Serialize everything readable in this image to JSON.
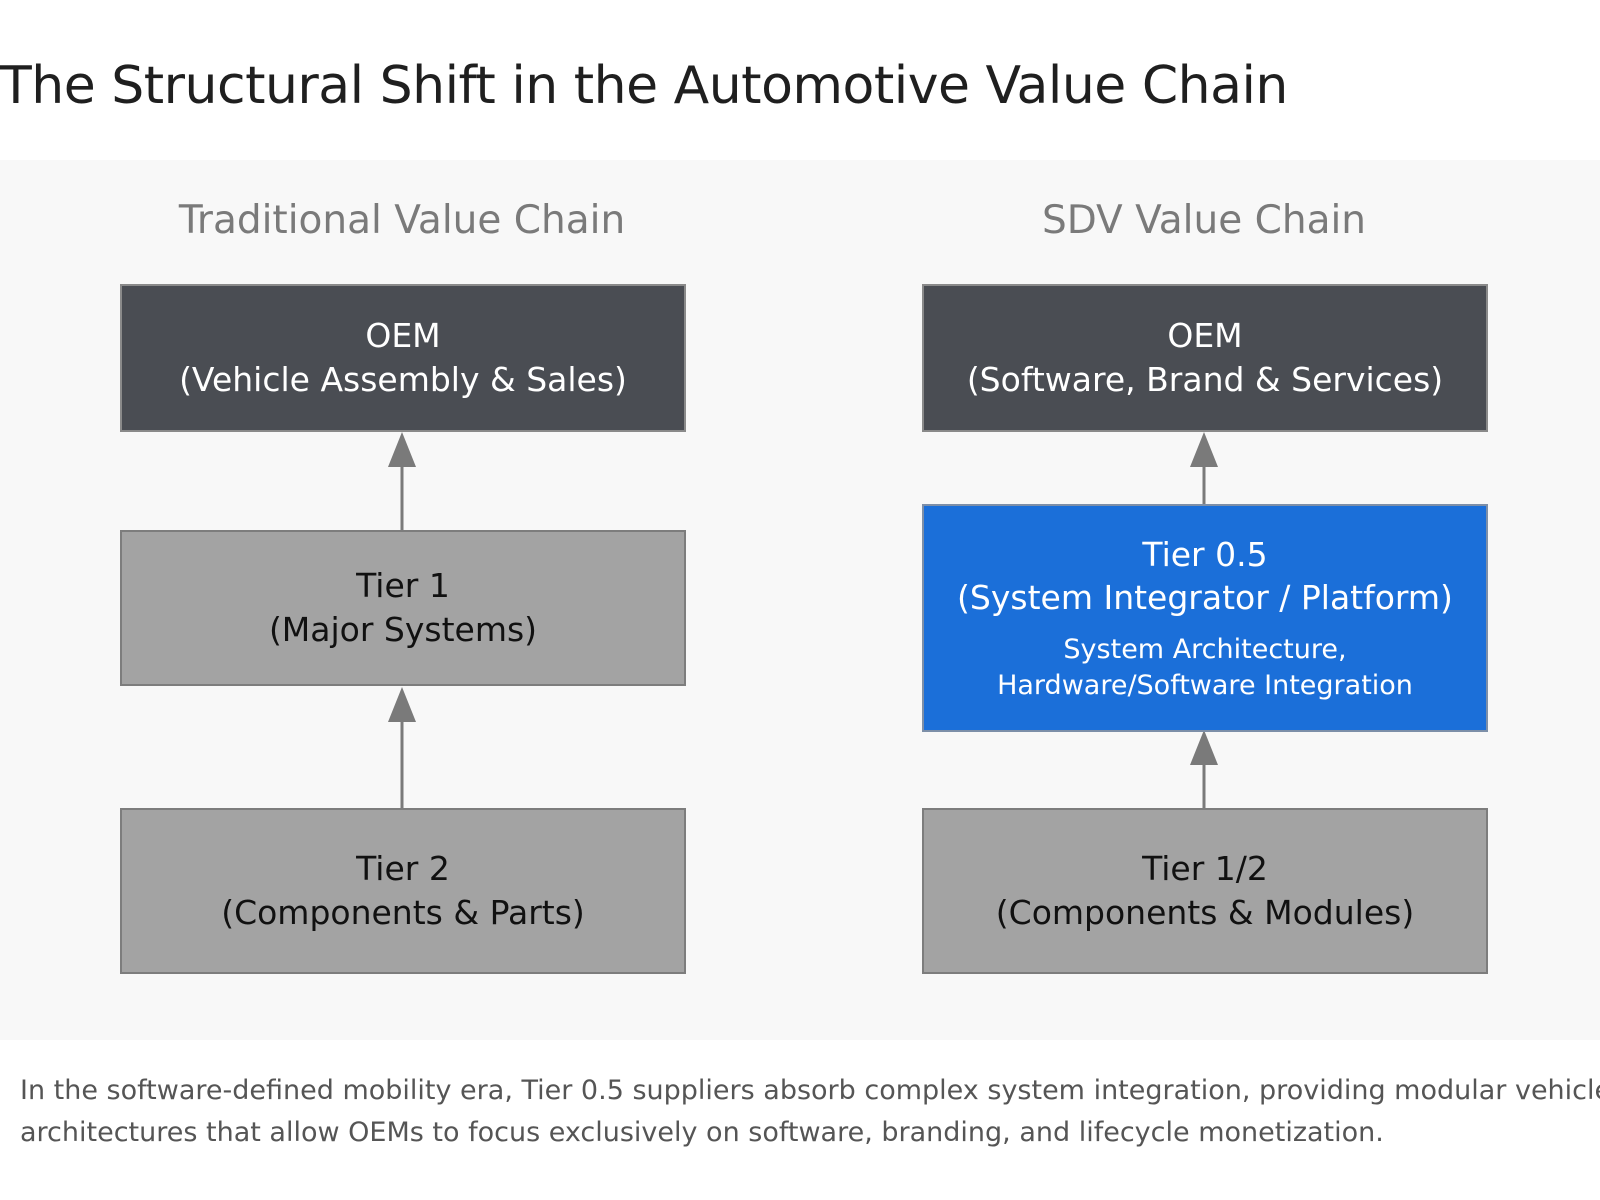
{
  "title": "The Structural Shift in the Automotive Value Chain",
  "colors": {
    "dark_box": "#4a4d53",
    "grey_box": "#a3a3a3",
    "blue_box": "#1b6fd9",
    "arrow": "#7a7a7a"
  },
  "traditional": {
    "heading": "Traditional Value Chain",
    "oem": {
      "line1": "OEM",
      "line2": "(Vehicle Assembly & Sales)"
    },
    "tier1": {
      "line1": "Tier 1",
      "line2": "(Major Systems)"
    },
    "tier2": {
      "line1": "Tier 2",
      "line2": "(Components & Parts)"
    }
  },
  "sdv": {
    "heading": "SDV Value Chain",
    "oem": {
      "line1": "OEM",
      "line2": "(Software, Brand & Services)"
    },
    "tier05": {
      "line1": "Tier 0.5",
      "line2": "(System Integrator / Platform)",
      "detail1": "System Architecture,",
      "detail2": "Hardware/Software Integration"
    },
    "tier12": {
      "line1": "Tier 1/2",
      "line2": "(Components & Modules)"
    }
  },
  "caption": {
    "line1": "In the software-defined mobility era, Tier 0.5 suppliers absorb complex system integration, providing modular vehicle",
    "line2": "architectures that allow OEMs to focus exclusively on software, branding, and lifecycle monetization."
  }
}
